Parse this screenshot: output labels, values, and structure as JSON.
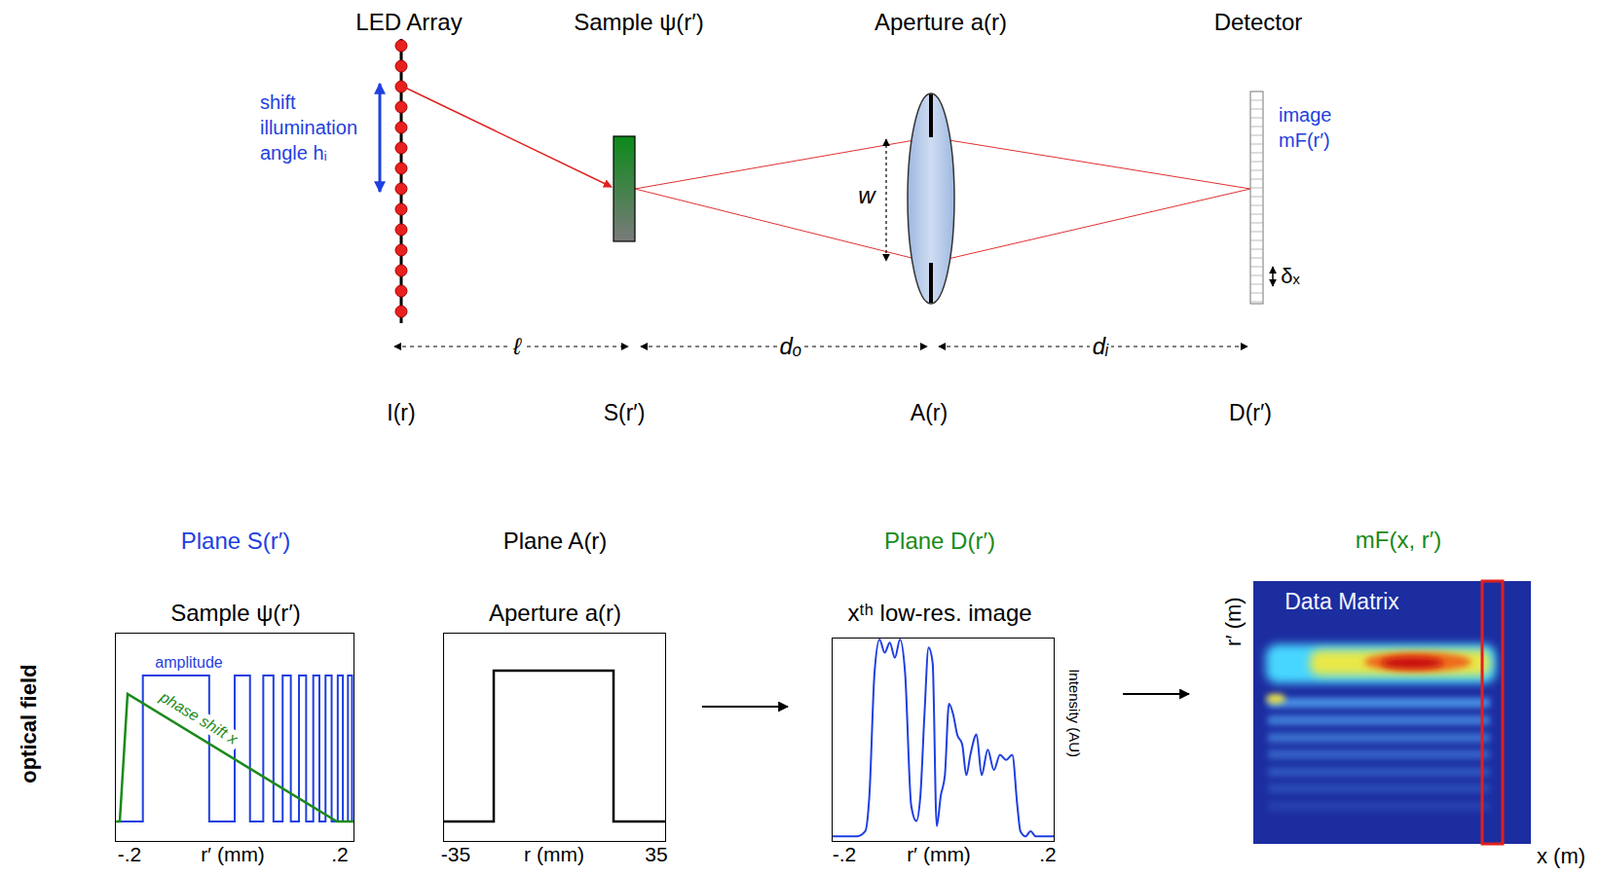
{
  "diagram": {
    "nodes": [
      {
        "text": [
          "Plane S(r′)",
          "Sample ψ(r′)"
        ]
      },
      {
        "text": [
          "Plane A(r)",
          "Aperture a(r)"
        ]
      },
      {
        "text": [
          "Plane D(r′)",
          "xᵗʰ low-res. image"
        ]
      },
      {
        "text": [
          "mF(x, r′)",
          "Data Matrix"
        ]
      }
    ],
    "edges": [
      {
        "from": 1,
        "to": 2,
        "arrow": "to"
      },
      {
        "from": 2,
        "to": 3,
        "arrow": "to"
      }
    ],
    "labels": [
      "LED Array",
      "Sample ψ(r′)",
      "Aperture a(r)",
      "Detector",
      "shift illumination angle hᵢ",
      "w",
      "image mF(r′)",
      "δₓ",
      "ℓ",
      "dₒ",
      "dᵢ",
      "I(r)",
      "S(r′)",
      "A(r)",
      "D(r′)",
      "optical field",
      "amplitude",
      "phase shift x",
      "-.2",
      "r′ (mm)",
      ".2",
      "-35",
      "r (mm)",
      "35",
      "-.2",
      "r′ (mm)",
      ".2",
      "Intensity (AU)",
      "r′ (m)",
      "x (m)"
    ]
  }
}
